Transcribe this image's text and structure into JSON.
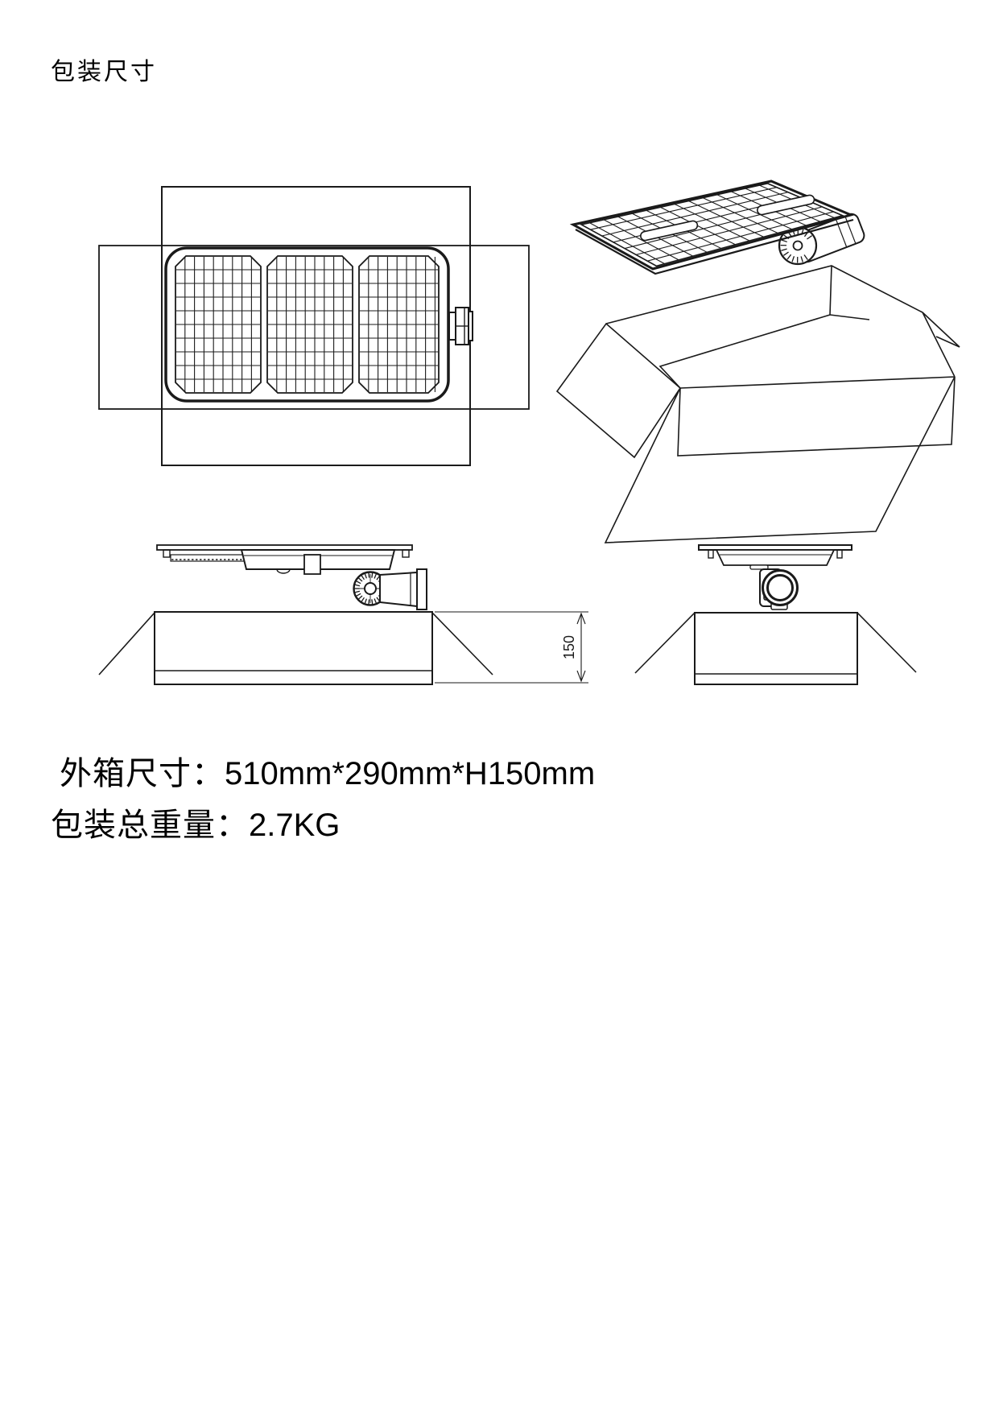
{
  "page_title": "包装尺寸",
  "drawings": {
    "dimension_height": "150"
  },
  "specs": {
    "outer_box_label": "外箱尺寸：",
    "outer_box_value": "510mm*290mm*H150mm",
    "weight_label": "包装总重量：",
    "weight_value": "2.7KG"
  }
}
